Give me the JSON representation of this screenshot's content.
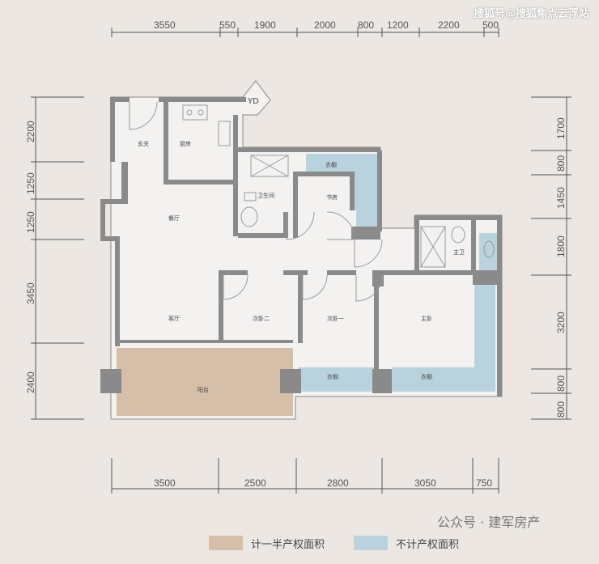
{
  "watermark": "搜狐号@搜狐焦点云浮站",
  "top_dims": [
    "3550",
    "550",
    "1900",
    "2000",
    "800",
    "1200",
    "2200",
    "500"
  ],
  "bottom_dims": [
    "3500",
    "2500",
    "2800",
    "3050",
    "750"
  ],
  "left_dims": [
    "2200",
    "1250",
    "1250",
    "3450",
    "2400"
  ],
  "right_dims": [
    "1700",
    "800",
    "1450",
    "1800",
    "3200",
    "800",
    "800"
  ],
  "rooms": {
    "entrance": "玄关",
    "kitchen": "厨房",
    "yd": "YD",
    "bathroom": "卫生间",
    "wardrobe1": "衣橱",
    "study": "书房",
    "dining": "餐厅",
    "master_bath": "主卫",
    "living": "客厅",
    "bedroom2": "次卧二",
    "bedroom1": "次卧一",
    "master": "主卧",
    "balcony": "阳台",
    "wardrobe2": "衣橱",
    "wardrobe3": "衣橱"
  },
  "legend": {
    "half_area": {
      "label": "计一半产权面积",
      "color": "#d6bfa8"
    },
    "no_area": {
      "label": "不计产权面积",
      "color": "#b9d3de"
    }
  },
  "credit": "公众号 · 建军房产"
}
